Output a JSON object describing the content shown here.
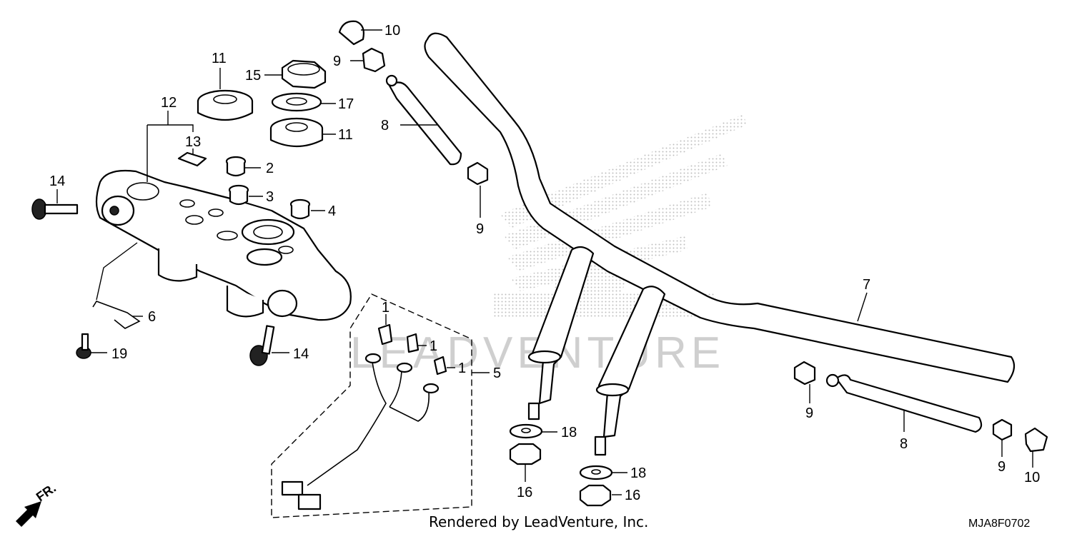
{
  "diagram": {
    "callouts": [
      {
        "id": "c-10-top",
        "text": "10"
      },
      {
        "id": "c-9-top",
        "text": "9"
      },
      {
        "id": "c-11-left",
        "text": "11"
      },
      {
        "id": "c-15",
        "text": "15"
      },
      {
        "id": "c-17",
        "text": "17"
      },
      {
        "id": "c-11-right",
        "text": "11"
      },
      {
        "id": "c-12",
        "text": "12"
      },
      {
        "id": "c-13",
        "text": "13"
      },
      {
        "id": "c-8-top",
        "text": "8"
      },
      {
        "id": "c-2",
        "text": "2"
      },
      {
        "id": "c-3",
        "text": "3"
      },
      {
        "id": "c-4",
        "text": "4"
      },
      {
        "id": "c-14-left",
        "text": "14"
      },
      {
        "id": "c-9-mid",
        "text": "9"
      },
      {
        "id": "c-7",
        "text": "7"
      },
      {
        "id": "c-6",
        "text": "6"
      },
      {
        "id": "c-19",
        "text": "19"
      },
      {
        "id": "c-14-bottom",
        "text": "14"
      },
      {
        "id": "c-1-a",
        "text": "1"
      },
      {
        "id": "c-1-b",
        "text": "1"
      },
      {
        "id": "c-1-c",
        "text": "1"
      },
      {
        "id": "c-5",
        "text": "5"
      },
      {
        "id": "c-9-right",
        "text": "9"
      },
      {
        "id": "c-8-right",
        "text": "8"
      },
      {
        "id": "c-9-far",
        "text": "9"
      },
      {
        "id": "c-10-far",
        "text": "10"
      },
      {
        "id": "c-18-a",
        "text": "18"
      },
      {
        "id": "c-16-a",
        "text": "16"
      },
      {
        "id": "c-18-b",
        "text": "18"
      },
      {
        "id": "c-16-b",
        "text": "16"
      }
    ],
    "direction_label": "FR.",
    "watermark": "LEADVENTURE",
    "footer_text": "Rendered by LeadVenture, Inc.",
    "diagram_code": "MJA8F0702"
  }
}
